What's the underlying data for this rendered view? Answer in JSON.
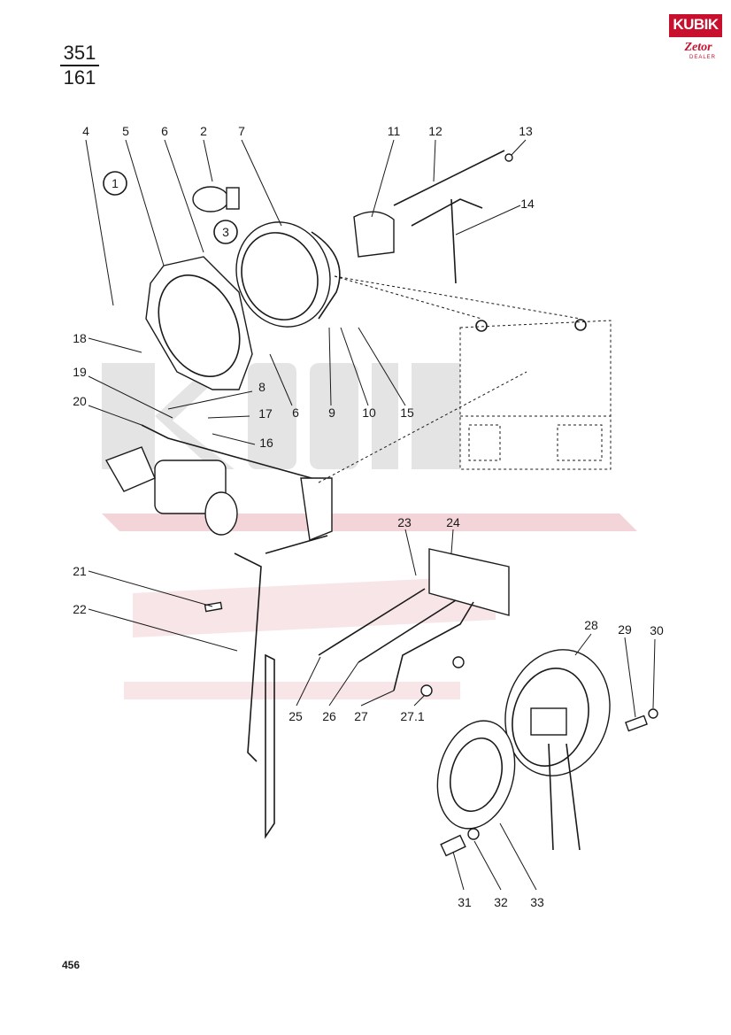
{
  "catalog": {
    "group_top": "351",
    "group_bottom": "161",
    "page_number": "456"
  },
  "logo": {
    "brand": "KUBIK",
    "sub_brand": "Zetor",
    "dealer": "DEALER"
  },
  "callouts": [
    {
      "id": "c1",
      "text": "1"
    },
    {
      "id": "c3",
      "text": "3"
    },
    {
      "id": "p4",
      "text": "4"
    },
    {
      "id": "p5",
      "text": "5"
    },
    {
      "id": "p6a",
      "text": "6"
    },
    {
      "id": "p2",
      "text": "2"
    },
    {
      "id": "p7",
      "text": "7"
    },
    {
      "id": "p11",
      "text": "11"
    },
    {
      "id": "p12",
      "text": "12"
    },
    {
      "id": "p13",
      "text": "13"
    },
    {
      "id": "p14",
      "text": "14"
    },
    {
      "id": "p18",
      "text": "18"
    },
    {
      "id": "p19",
      "text": "19"
    },
    {
      "id": "p20",
      "text": "20"
    },
    {
      "id": "p8",
      "text": "8"
    },
    {
      "id": "p17",
      "text": "17"
    },
    {
      "id": "p16",
      "text": "16"
    },
    {
      "id": "p6b",
      "text": "6"
    },
    {
      "id": "p9",
      "text": "9"
    },
    {
      "id": "p10",
      "text": "10"
    },
    {
      "id": "p15",
      "text": "15"
    },
    {
      "id": "p21",
      "text": "21"
    },
    {
      "id": "p22",
      "text": "22"
    },
    {
      "id": "p23",
      "text": "23"
    },
    {
      "id": "p24",
      "text": "24"
    },
    {
      "id": "p25",
      "text": "25"
    },
    {
      "id": "p26",
      "text": "26"
    },
    {
      "id": "p27",
      "text": "27"
    },
    {
      "id": "p271",
      "text": "27.1"
    },
    {
      "id": "p28",
      "text": "28"
    },
    {
      "id": "p29",
      "text": "29"
    },
    {
      "id": "p30",
      "text": "30"
    },
    {
      "id": "p31",
      "text": "31"
    },
    {
      "id": "p32",
      "text": "32"
    },
    {
      "id": "p33",
      "text": "33"
    }
  ]
}
